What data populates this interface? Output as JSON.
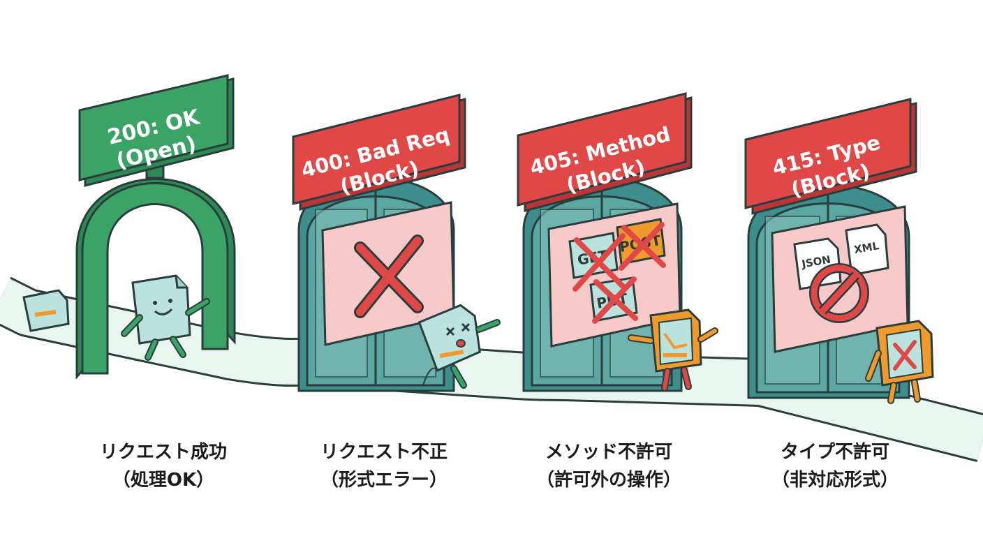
{
  "gates": [
    {
      "sign_line1": "200: OK",
      "sign_line2": "(Open)",
      "caption_line1": "リクエスト成功",
      "caption_line2": "（処理OK）"
    },
    {
      "sign_line1": "400: Bad Req",
      "sign_line2": "(Block)",
      "caption_line1": "リクエスト不正",
      "caption_line2": "（形式エラー）"
    },
    {
      "sign_line1": "405: Method",
      "sign_line2": "(Block)",
      "caption_line1": "メソッド不許可",
      "caption_line2": "（許可外の操作）"
    },
    {
      "sign_line1": "415: Type",
      "sign_line2": "(Block)",
      "caption_line1": "タイプ不許可",
      "caption_line2": "（非対応形式）"
    }
  ],
  "method_badges": [
    "GET",
    "POST",
    "PUT"
  ],
  "type_badges": [
    "JSON",
    "XML"
  ],
  "colors": {
    "open_green": "#3aa365",
    "block_red": "#e04848",
    "door_teal": "#3f8e8e",
    "panel_pink": "#f7c9c8",
    "doc_teal": "#b9e3dc",
    "doc_orange": "#f09a2e",
    "outline": "#2a3d3d"
  },
  "icons": [
    "document-character-icon",
    "x-mark-icon",
    "prohibited-icon",
    "file-icon"
  ]
}
